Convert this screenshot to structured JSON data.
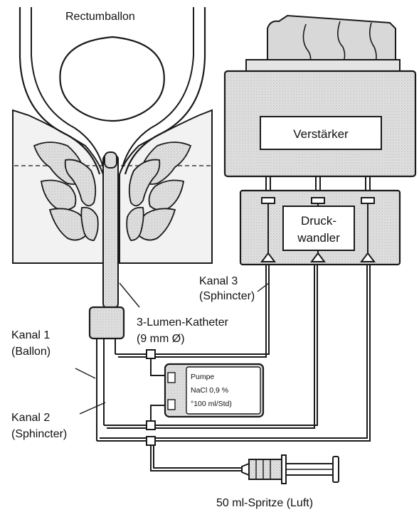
{
  "labels": {
    "rectumballon": "Rectumballon",
    "verstaerker": "Verstärker",
    "druckwandler_line1": "Druck-",
    "druckwandler_line2": "wandler",
    "kanal3_line1": "Kanal 3",
    "kanal3_line2": "(Sphincter)",
    "katheter_line1": "3-Lumen-Katheter",
    "katheter_line2": "(9 mm Ø)",
    "kanal1_line1": "Kanal 1",
    "kanal1_line2": "(Ballon)",
    "kanal2_line1": "Kanal 2",
    "kanal2_line2": "(Sphincter)",
    "pumpe_line1": "Pumpe",
    "pumpe_line2": "NaCl 0,9 %",
    "pumpe_line3": "°100 ml/Std)",
    "spritze": "50 ml-Spritze (Luft)"
  },
  "colors": {
    "ink": "#1a1a1a",
    "paper": "#ffffff",
    "shade": "#cfcfcf",
    "tissue": "#e6e6e6"
  }
}
